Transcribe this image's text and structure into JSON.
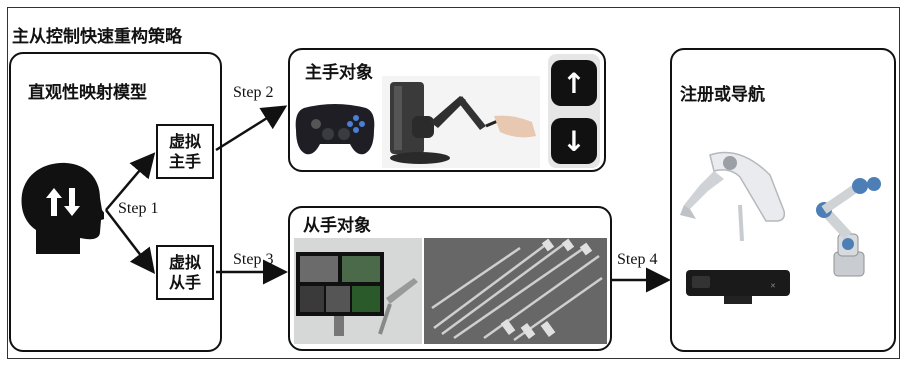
{
  "strategy_title": "主从控制快速重构策略",
  "mapping_model": "直观性映射模型",
  "virtual_master": [
    "虚拟",
    "主手"
  ],
  "virtual_slave": [
    "虚拟",
    "从手"
  ],
  "master_object": "主手对象",
  "slave_object": "从手对象",
  "registration": "注册或导航",
  "steps": {
    "step1": "Step 1",
    "step2": "Step 2",
    "step3": "Step 3",
    "step4": "Step 4"
  },
  "icons": {
    "head": "head-arrows-icon",
    "up": "up-arrow-icon",
    "down": "down-arrow-icon"
  }
}
